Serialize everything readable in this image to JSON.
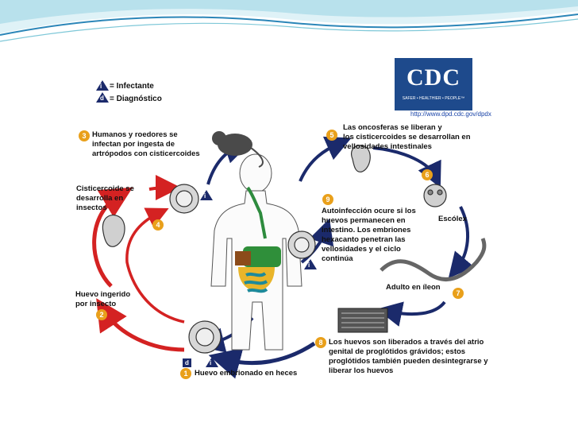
{
  "legend": {
    "infective_symbol": "i",
    "infective_label": "= Infectante",
    "diagnostic_symbol": "d",
    "diagnostic_label": "= Diagnóstico"
  },
  "logo": {
    "text": "CDC",
    "tagline": "SAFER • HEALTHIER • PEOPLE™",
    "url": "http://www.dpd.cdc.gov/dpdx"
  },
  "stages": {
    "s1": {
      "num": "1",
      "text": "Huevo embrionado en heces"
    },
    "s2": {
      "num": "2",
      "text": "Huevo ingerido\npor insecto"
    },
    "s3": {
      "num": "3",
      "text": "Humanos y roedores se\ninfectan por ingesta de\nartrópodos con cisticercoides"
    },
    "s4": {
      "num": "4",
      "text": "Cisticercoide se\ndesarrolla en\ninsectos"
    },
    "s5": {
      "num": "5",
      "text": "Las oncosferas se liberan y\nlos cisticercoides se desarrollan en\nvellosidades intestinales"
    },
    "s6": {
      "num": "6",
      "text": "Escólex"
    },
    "s7": {
      "num": "7",
      "text": "Adulto en íleon"
    },
    "s8": {
      "num": "8",
      "text": "Los huevos son liberados a través del atrio\ngenital de proglótidos grávidos; estos\nproglótidos también pueden desintegrarse y\nliberar los huevos"
    },
    "s9": {
      "num": "9",
      "text": "Autoinfección ocure si los\nhuevos permanecen en\nintestino.  Los embriones\nhexacanto penetran las\nvellosidades y el ciclo\ncontinúa"
    }
  },
  "markers": {
    "i": "i",
    "d": "d"
  },
  "colors": {
    "red_arrow": "#d42222",
    "blue_arrow": "#1b2a6b",
    "badge": "#e9a01b",
    "cdc_blue": "#1e4a8c",
    "wave_teal": "#7fc8d8",
    "wave_blue": "#2b86b8"
  }
}
